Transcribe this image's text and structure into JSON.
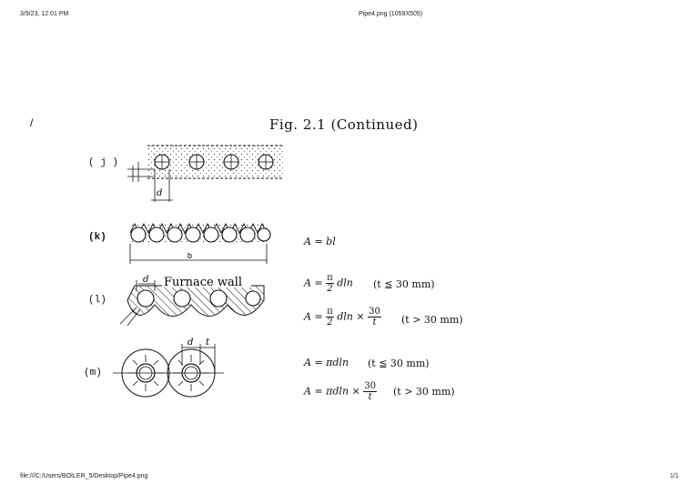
{
  "browser": {
    "datetime": "3/9/23, 12:01 PM",
    "doc_title": "Pipe4.png (1059X505)",
    "file_path": "file:///C:/Users/BOILER_5/Desktop/Pipe4.png",
    "page_count": "1/1"
  },
  "figure": {
    "title": "Fig. 2.1  (Continued)",
    "margin_mark": "/",
    "panels": [
      {
        "label": "( j )",
        "dim_label": "d"
      },
      {
        "label": "(k)",
        "formula": "A = bl",
        "dim_label": "b"
      },
      {
        "label": "(l)",
        "caption": "Furnace wall",
        "dim_label": "d",
        "formula1": {
          "lhs": "A =",
          "num": "π",
          "den": "2",
          "rest": "dln",
          "cond": "(t ≦ 30 mm)"
        },
        "formula2": {
          "lhs": "A =",
          "num": "π",
          "den": "2",
          "rest": "dln ×",
          "num2": "30",
          "den2": "t",
          "cond": "(t > 30 mm)"
        }
      },
      {
        "label": "(m)",
        "dim_label_d": "d",
        "dim_label_t": "t",
        "formula1": {
          "text": "A = πdln",
          "cond": "(t ≦ 30 mm)"
        },
        "formula2": {
          "lhs": "A = πdln ×",
          "num": "30",
          "den": "t",
          "cond": "(t > 30 mm)"
        }
      }
    ]
  }
}
